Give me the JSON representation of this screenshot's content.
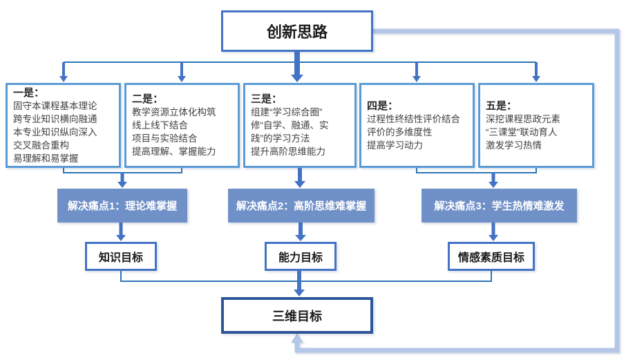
{
  "title": {
    "label": "创新思路"
  },
  "measures": [
    {
      "heading": "一是：",
      "lines": [
        "固守本课程基本理论",
        "跨专业知识横向融通",
        "本专业知识纵向深入",
        "交叉融合重构",
        "易理解和易掌握"
      ]
    },
    {
      "heading": "二是：",
      "lines": [
        "教学资源立体化构筑",
        "线上线下结合",
        "项目与实验结合",
        "提高理解、掌握能力"
      ]
    },
    {
      "heading": "三是：",
      "lines": [
        "组建“学习综合圈”",
        "修“自学、融通、实践”的学习方法",
        "提升高阶思维能力"
      ]
    },
    {
      "heading": "四是：",
      "lines": [
        "过程性终结性评价结合",
        "评价的多维度性",
        "提高学习动力"
      ]
    },
    {
      "heading": "五是：",
      "lines": [
        "深挖课程思政元素",
        "“三课堂”联动育人",
        "激发学习热情"
      ]
    }
  ],
  "pain_points": [
    {
      "label": "解决痛点1：理论难掌握"
    },
    {
      "label": "解决痛点2：高阶思维难掌握"
    },
    {
      "label": "解决痛点3：学生热情难激发"
    }
  ],
  "goals": [
    {
      "label": "知识目标"
    },
    {
      "label": "能力目标"
    },
    {
      "label": "情感素质目标"
    }
  ],
  "final_goal": {
    "label": "三维目标"
  },
  "colors": {
    "title_border": "#4472C4",
    "measure_border": "#5B9BD5",
    "pain_fill": "#7090C8",
    "goal_border": "#4472C4",
    "final_border": "#2F5597",
    "connector_line": "#2E75B6",
    "arrow": "#4472C4",
    "feedback_loop": "#B4C7E7"
  }
}
